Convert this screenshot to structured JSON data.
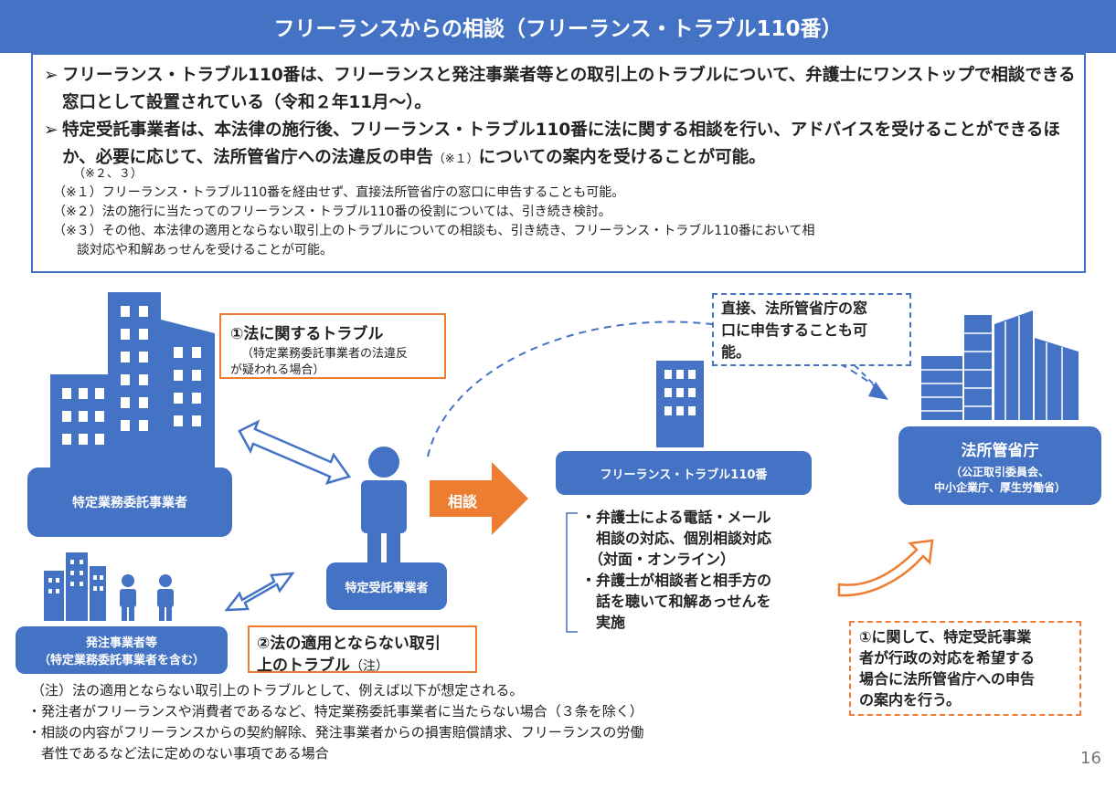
{
  "title": "フリーランスからの相談（フリーランス・トラブル110番）",
  "summary": {
    "bullet1": "フリーランス・トラブル110番は、フリーランスと発注事業者等との取引上のトラブルについて、弁護士にワンストップで相談できる窓口として設置されている（令和２年11月～）。",
    "bullet2_main": "特定受託事業者は、本法律の施行後、フリーランス・トラブル110番に法に関する相談を行い、アドバイスを受けることができるほか、必要に応じて、法所管省庁への法違反の申告",
    "bullet2_ref1": "（※１）",
    "bullet2_tail": "についての案内を受けることが可能。",
    "bullet2_ref23": "（※２、３）",
    "notes": [
      "（※１）フリーランス・トラブル110番を経由せず、直接法所管省庁の窓口に申告することも可能。",
      "（※２）法の施行に当たってのフリーランス・トラブル110番の役割については、引き続き検討。",
      "（※３）その他、本法律の適用とならない取引上のトラブルについての相談も、引き続き、フリーランス・トラブル110番において相",
      "談対応や和解あっせんを受けることが可能。"
    ]
  },
  "diagram": {
    "entity_outsourcer": "特定業務委託事業者",
    "entity_orderer_line1": "発注事業者等",
    "entity_orderer_line2": "（特定業務委託事業者を含む）",
    "entity_freelancer": "特定受託事業者",
    "entity_hotline": "フリーランス・トラブル110番",
    "entity_ministry": "法所管省庁",
    "entity_ministry_sub1": "（公正取引委員会、",
    "entity_ministry_sub2": "中小企業庁、厚生労働省）",
    "trouble1_title": "①法に関するトラブル",
    "trouble1_sub1": "（特定業務委託事業者の法違反",
    "trouble1_sub2": "が疑われる場合）",
    "trouble2_line1": "②法の適用とならない取引",
    "trouble2_line2": "上のトラブル",
    "trouble2_note": "（注）",
    "consult_label": "相談",
    "direct_line1": "直接、法所管省庁の窓",
    "direct_line2": "口に申告することも可",
    "direct_line3": "能。",
    "services": [
      "・弁護士による電話・メール",
      "　相談の対応、個別相談対応",
      "　（対面・オンライン）",
      "・弁護士が相談者と相手方の",
      "　話を聴いて和解あっせんを",
      "　実施"
    ],
    "guidance_line1": "①に関して、特定受託事業",
    "guidance_line2": "者が行政の対応を希望する",
    "guidance_line3": "場合に法所管省庁への申告",
    "guidance_line4": "の案内を行う。"
  },
  "footnote": {
    "intro": "（注）法の適用とならない取引上のトラブルとして、例えば以下が想定される。",
    "item1": "・発注者がフリーランスや消費者であるなど、特定業務委託事業者に当たらない場合（３条を除く）",
    "item2a": "・相談の内容がフリーランスからの契約解除、発注事業者からの損害賠償請求、フリーランスの労働",
    "item2b": "　者性であるなど法に定めのない事項である場合"
  },
  "page_number": "16",
  "colors": {
    "blue": "#4472c4",
    "orange": "#ed7d31"
  }
}
